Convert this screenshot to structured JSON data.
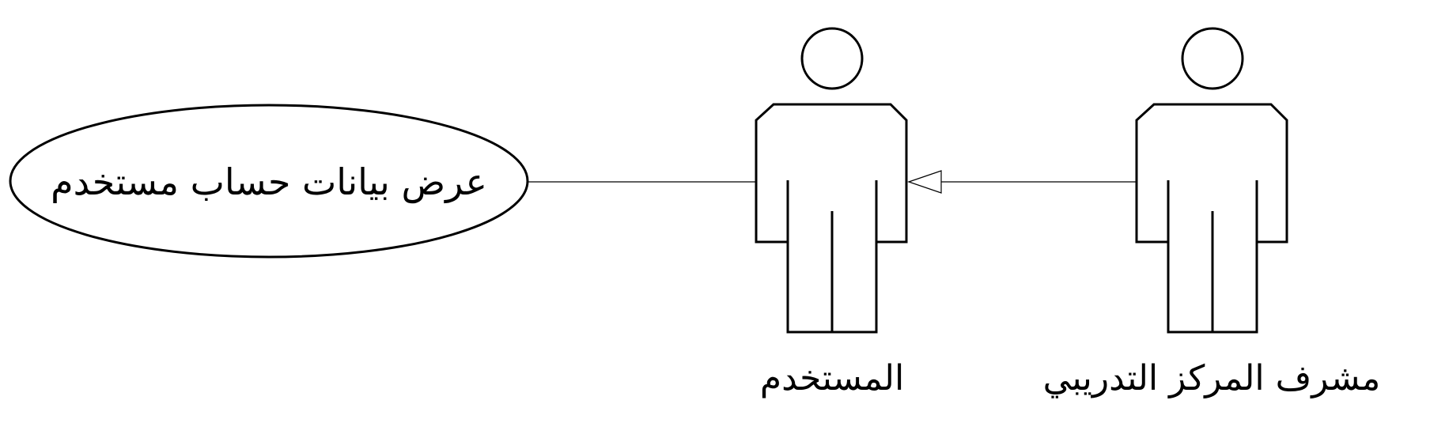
{
  "diagram": {
    "type": "uml-use-case",
    "use_case": {
      "label": "عرض بيانات حساب مستخدم"
    },
    "actors": [
      {
        "id": "user",
        "label": "المستخدم"
      },
      {
        "id": "training-center-supervisor",
        "label": "مشرف المركز التدريبي"
      }
    ],
    "relations": [
      {
        "type": "association",
        "from": "user",
        "to": "use_case"
      },
      {
        "type": "generalization",
        "from": "training-center-supervisor",
        "to": "user"
      }
    ]
  }
}
